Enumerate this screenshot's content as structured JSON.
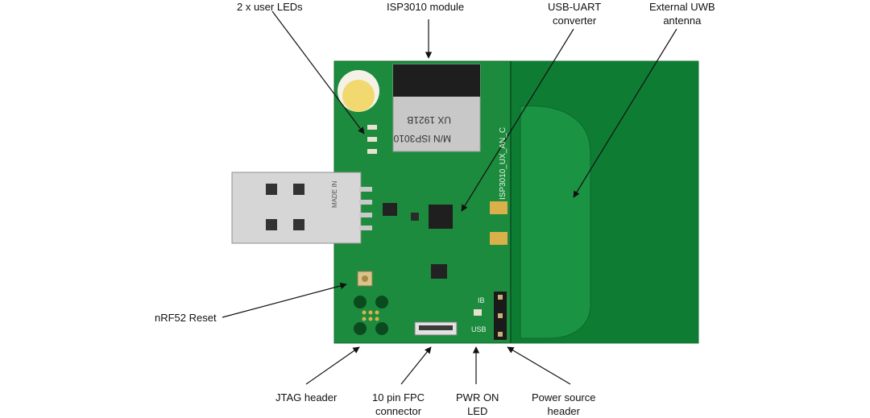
{
  "labels": {
    "user_leds": "2 x user LEDs",
    "module": "ISP3010 module",
    "usb_uart_1": "USB-UART",
    "usb_uart_2": "converter",
    "uwb_1": "External UWB",
    "uwb_2": "antenna",
    "reset": "nRF52 Reset",
    "jtag": "JTAG header",
    "fpc_1": "10 pin FPC",
    "fpc_2": "connector",
    "pwr_1": "PWR ON",
    "pwr_2": "LED",
    "power_src_1": "Power source",
    "power_src_2": "header"
  },
  "board_text": {
    "module_line1": "UX 1921B",
    "module_line2": "M/N ISP3010",
    "pcb_name": "ISP3010_UX_AN_C",
    "ib": "IB",
    "usb": "USB",
    "usb_plug_text": "MADE IN"
  },
  "colors": {
    "pcb": "#1b8a3c",
    "antenna": "#0e7a33",
    "module": "#c9c9c9",
    "pad": "#d9b04a"
  }
}
